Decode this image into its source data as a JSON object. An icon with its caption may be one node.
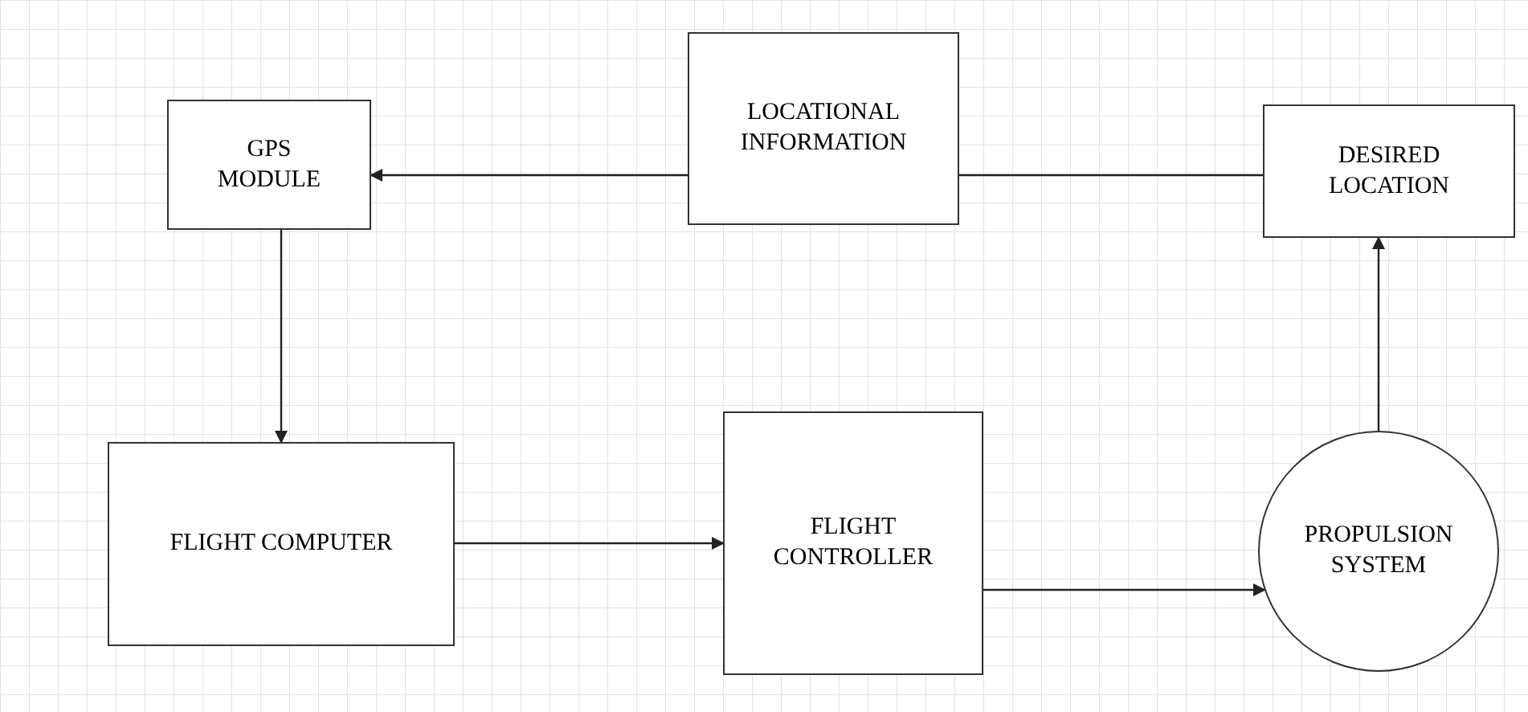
{
  "diagram": {
    "nodes": [
      {
        "text": [
          "GPS MODULE"
        ]
      },
      {
        "text": [
          "LOCATIONAL INFORMATION"
        ]
      },
      {
        "text": [
          "DESIRED LOCATION"
        ]
      },
      {
        "text": [
          "FLIGHT COMPUTER"
        ]
      },
      {
        "text": [
          "FLIGHT CONTROLLER"
        ]
      },
      {
        "text": [
          "PROPULSION SYSTEM"
        ]
      }
    ],
    "edges": [
      {
        "from": 2,
        "to": 1,
        "arrow": "none"
      },
      {
        "from": 1,
        "to": 0,
        "arrow": "to"
      },
      {
        "from": 0,
        "to": 3,
        "arrow": "to"
      },
      {
        "from": 3,
        "to": 4,
        "arrow": "to"
      },
      {
        "from": 4,
        "to": 5,
        "arrow": "to"
      },
      {
        "from": 5,
        "to": 2,
        "arrow": "to"
      }
    ]
  }
}
